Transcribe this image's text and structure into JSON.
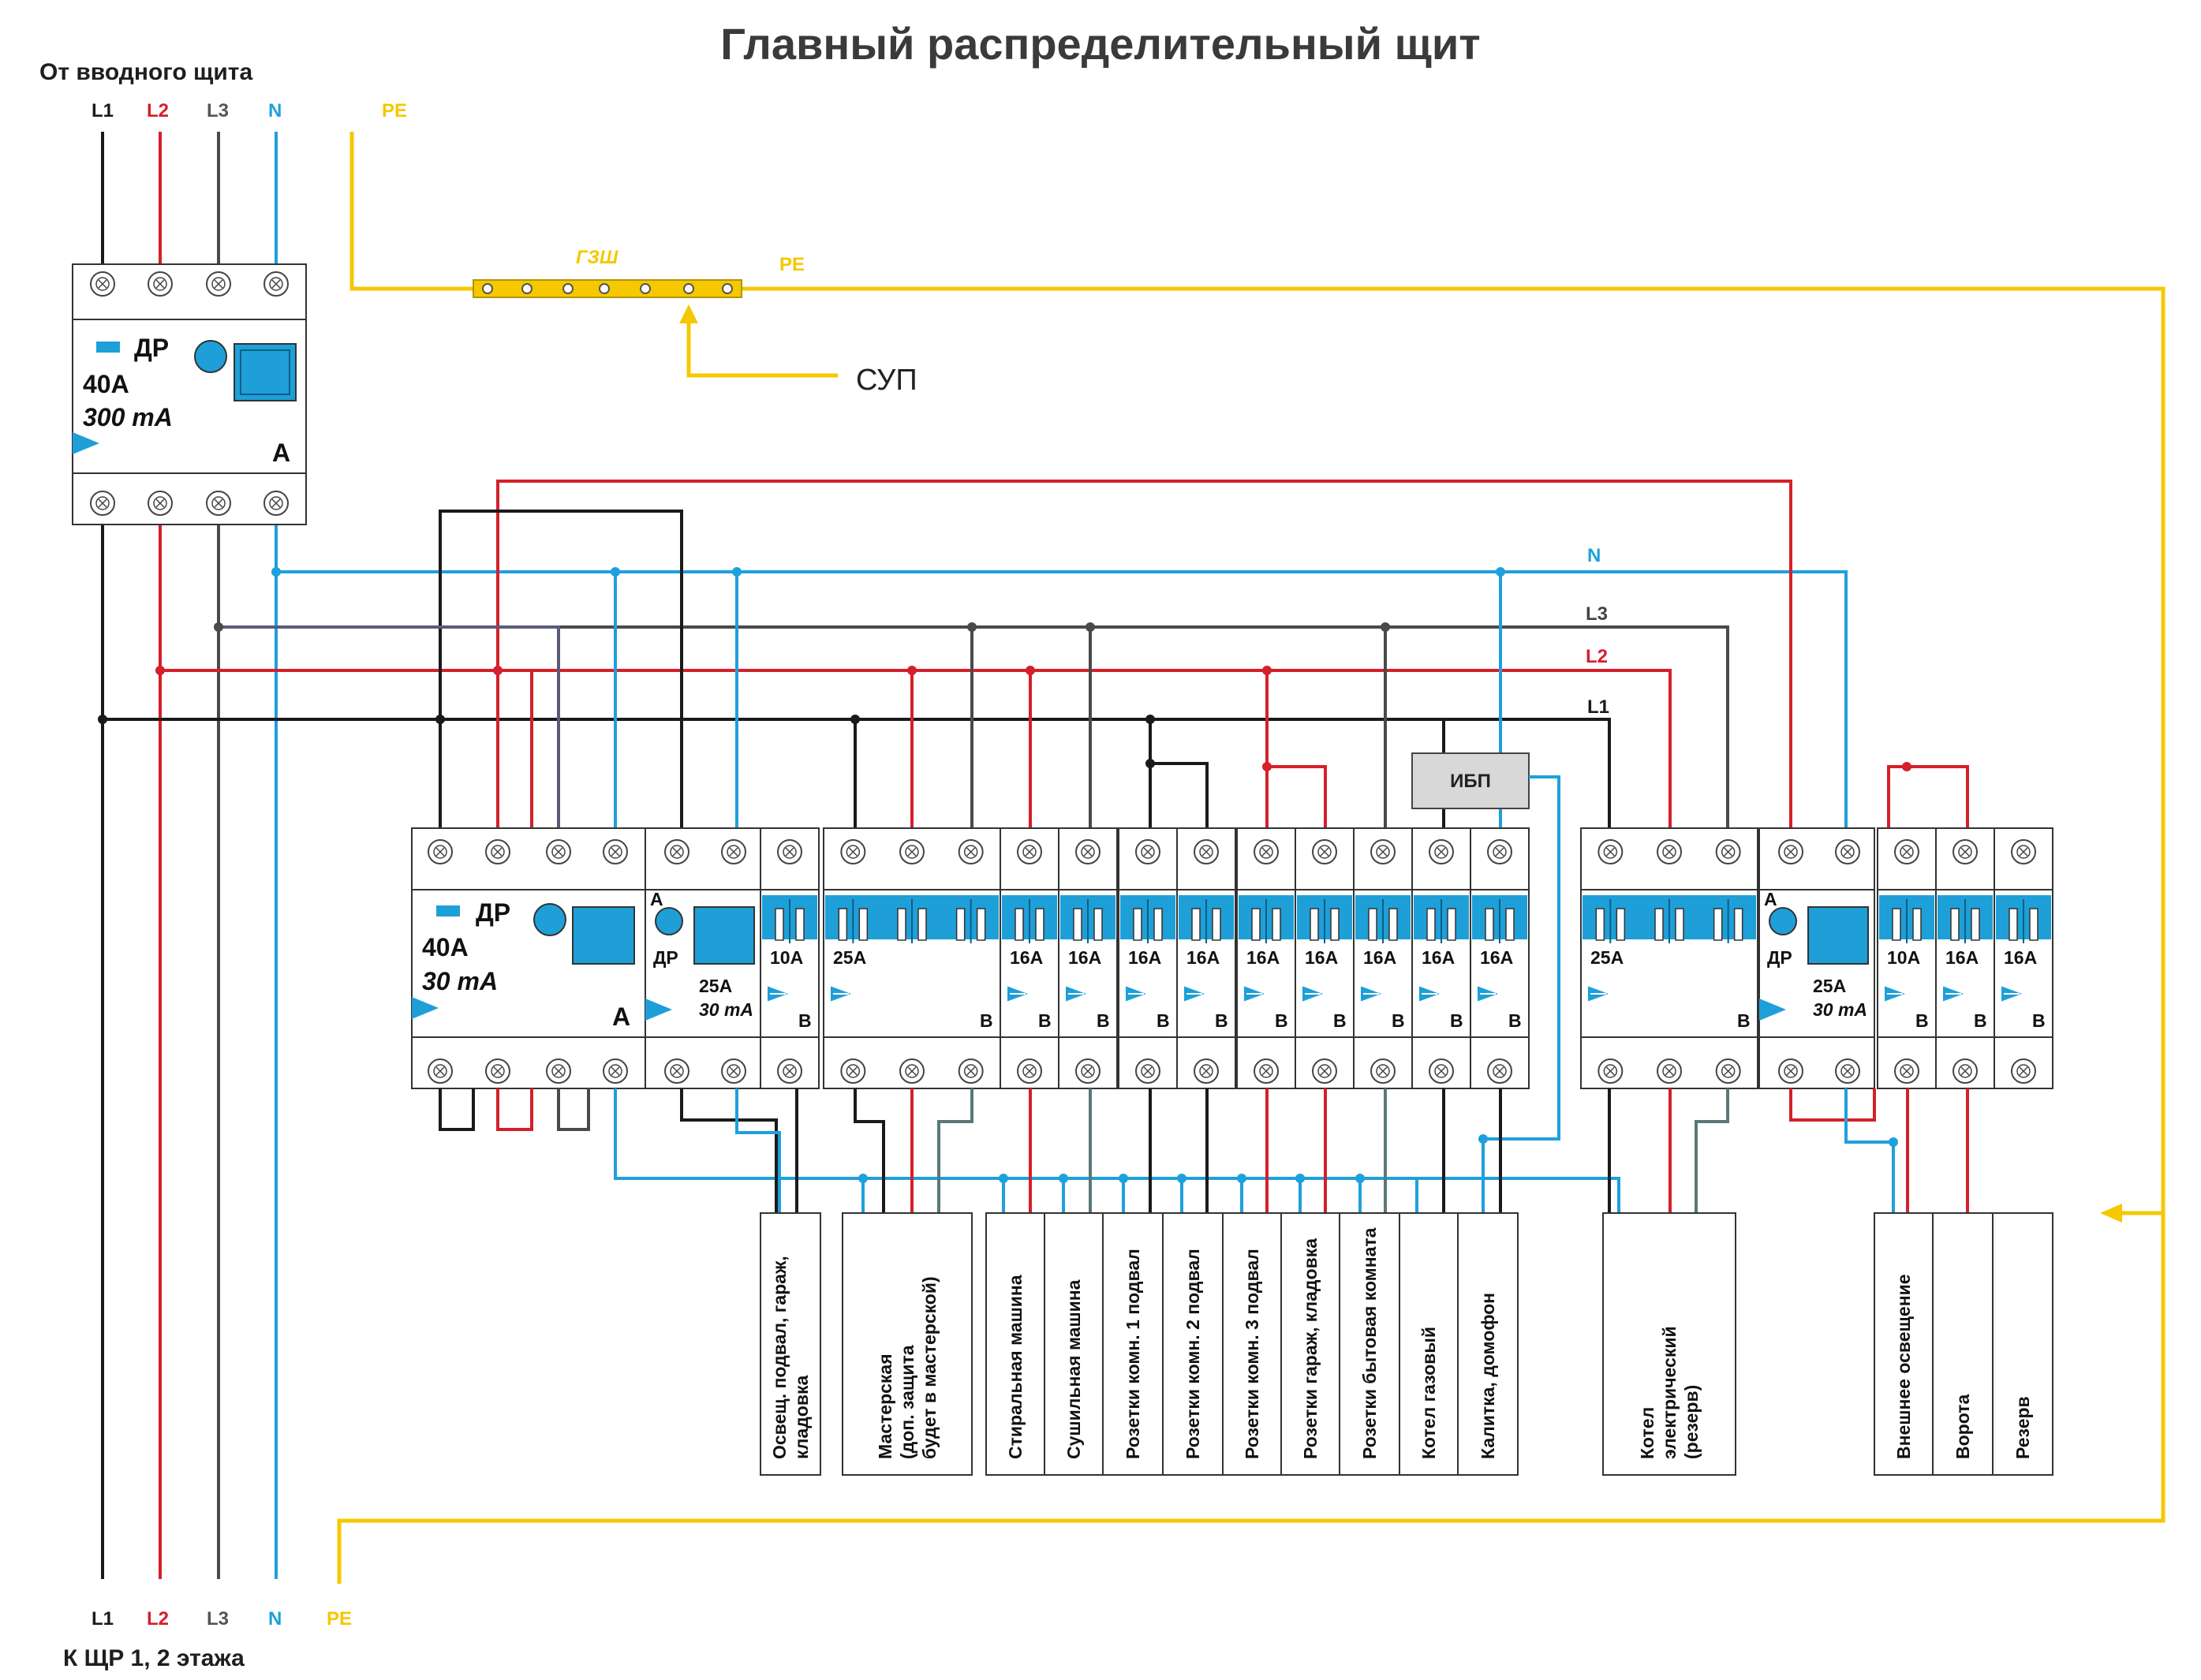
{
  "title": "Главный распределительный щит",
  "input_header": "От вводного щита",
  "output_header": "К ЩР 1, 2 этажа",
  "phases": {
    "L1": "L1",
    "L2": "L2",
    "L3": "L3",
    "N": "N",
    "PE": "PE"
  },
  "colors": {
    "L1": "#1a1a1a",
    "L2": "#d4202a",
    "L3": "#4a4a4a",
    "N": "#1ea0dc",
    "PE": "#f5c800",
    "breaker_blue": "#1e9fd8",
    "box_border": "#333333"
  },
  "bus_labels": {
    "gzsh": "ГЗШ",
    "pe": "PE",
    "sup": "СУП",
    "ups": "ИБП",
    "n": "N",
    "l3": "L3",
    "l2": "L2",
    "l1": "L1"
  },
  "main_rcd": {
    "type": "ДР",
    "rating": "40А",
    "sensitivity": "300 mA",
    "class": "А"
  },
  "group_rcd": {
    "type": "ДР",
    "rating": "40А",
    "sensitivity": "30 mA",
    "class": "А"
  },
  "rcbo_1": {
    "class": "А",
    "type": "ДР",
    "rating": "25А",
    "sensitivity": "30 mA"
  },
  "rcbo_2": {
    "class": "А",
    "type": "ДР",
    "rating": "25А",
    "sensitivity": "30 mA"
  },
  "breakers": [
    {
      "rating": "10А",
      "curve": "В"
    },
    {
      "rating": "25А",
      "curve": "В"
    },
    {
      "rating": "16А",
      "curve": "В"
    },
    {
      "rating": "16А",
      "curve": "В"
    },
    {
      "rating": "16А",
      "curve": "В"
    },
    {
      "rating": "16А",
      "curve": "В"
    },
    {
      "rating": "16А",
      "curve": "В"
    },
    {
      "rating": "16А",
      "curve": "В"
    },
    {
      "rating": "16А",
      "curve": "В"
    },
    {
      "rating": "16А",
      "curve": "В"
    },
    {
      "rating": "16А",
      "curve": "В"
    },
    {
      "rating": "25А",
      "curve": "В"
    },
    {
      "rating": "10А",
      "curve": "В"
    },
    {
      "rating": "16А",
      "curve": "В"
    },
    {
      "rating": "16А",
      "curve": "В"
    }
  ],
  "loads": [
    [
      "Освещ. подвал, гараж,",
      "кладовка"
    ],
    [
      "Мастерская",
      "(доп. защита",
      "будет в мастерской)"
    ],
    [
      "Стиральная машина"
    ],
    [
      "Сушильная машина"
    ],
    [
      "Розетки комн. 1 подвал"
    ],
    [
      "Розетки комн. 2 подвал"
    ],
    [
      "Розетки комн. 3 подвал"
    ],
    [
      "Розетки гараж, кладовка"
    ],
    [
      "Розетки бытовая комната"
    ],
    [
      "Котел газовый"
    ],
    [
      "Калитка, домофон"
    ],
    [
      "Котел",
      "электрический",
      "(резерв)"
    ],
    [
      "Внешнее освещение"
    ],
    [
      "Ворота"
    ],
    [
      "Резерв"
    ]
  ]
}
